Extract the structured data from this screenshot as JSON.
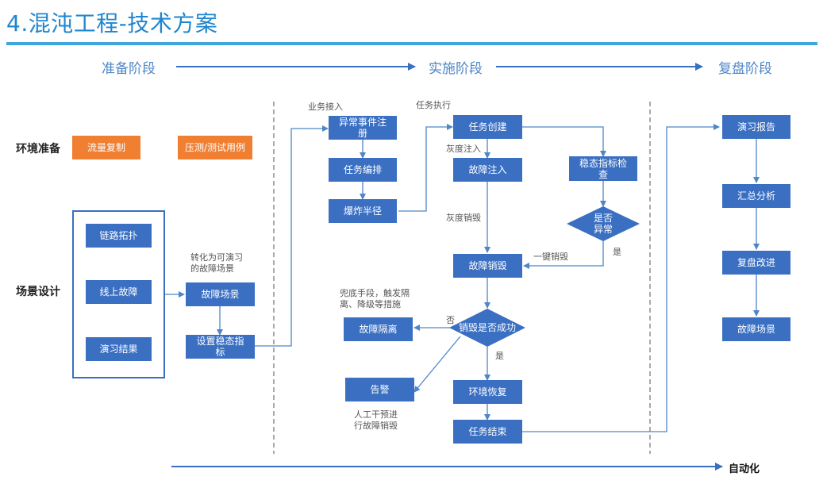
{
  "title": "4.混沌工程-技术方案",
  "phases": {
    "prepare": "准备阶段",
    "implement": "实施阶段",
    "review": "复盘阶段"
  },
  "rows": {
    "env": "环境准备",
    "scenario": "场景设计"
  },
  "env_boxes": {
    "traffic_copy": "流量复制",
    "stress_test": "压测/测试用例"
  },
  "scenario_list": {
    "link_topology": "链路拓扑",
    "online_fault": "线上故障",
    "drill_result": "演习结果"
  },
  "flow": {
    "fault_scene": "故障场景",
    "set_indicator": "设置稳态指\n标",
    "exception_register": "异常事件注\n册",
    "task_schedule": "任务编排",
    "blast_radius": "爆炸半径",
    "task_create": "任务创建",
    "fault_inject": "故障注入",
    "steady_check": "稳态指标检\n查",
    "is_abnormal": "是否\n异常",
    "fault_destroy": "故障销毁",
    "destroy_success": "销毁是否成功",
    "fault_isolate": "故障隔离",
    "alarm": "告警",
    "env_restore": "环境恢复",
    "task_end": "任务结束"
  },
  "review_boxes": {
    "drill_report": "演习报告",
    "summary": "汇总分析",
    "improve": "复盘改进",
    "fault_scene": "故障场景"
  },
  "notes": {
    "biz_access": "业务接入",
    "task_exec": "任务执行",
    "gray_inject": "灰度注入",
    "gray_destroy": "灰度销毁",
    "convert": "转化为可演习\n的故障场景",
    "one_key_destroy": "一键销毁",
    "yes1": "是",
    "fallback": "兜底手段，触发隔\n离、降级等措施",
    "no": "否",
    "yes2": "是",
    "manual": "人工干预进\n行故障销毁"
  },
  "automation": "自动化",
  "colors": {
    "accent": "#3a6fc2",
    "orange": "#f07f32",
    "title": "#1f86cf"
  }
}
